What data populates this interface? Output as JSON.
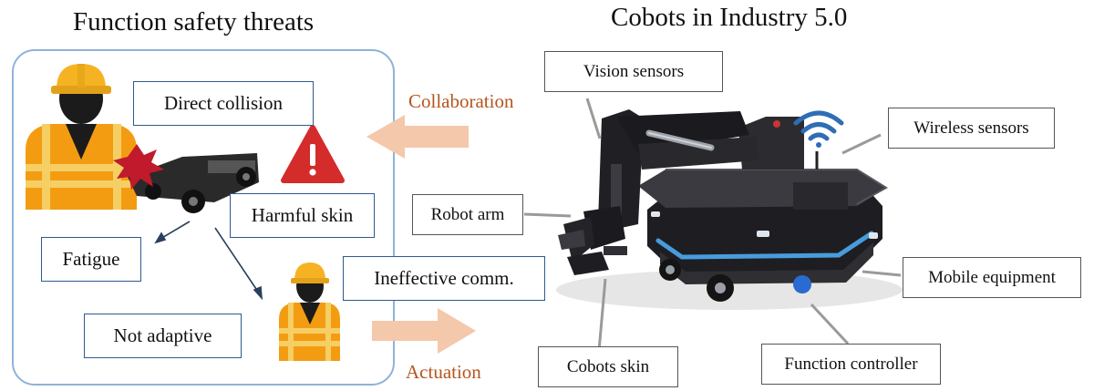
{
  "left_panel": {
    "title": "Function safety threats",
    "threats": {
      "direct_collision": "Direct collision",
      "harmful_skin": "Harmful skin",
      "fatigue": "Fatigue",
      "ineffective_comm": "Ineffective comm.",
      "not_adaptive": "Not adaptive"
    }
  },
  "right_panel": {
    "title": "Cobots in Industry 5.0",
    "components": {
      "vision_sensors": "Vision sensors",
      "wireless_sensors": "Wireless sensors",
      "robot_arm": "Robot arm",
      "mobile_equipment": "Mobile equipment",
      "cobots_skin": "Cobots skin",
      "function_controller": "Function controller"
    }
  },
  "flows": {
    "collaboration": "Collaboration",
    "actuation": "Actuation"
  },
  "colors": {
    "box_border_blue": "#2f5a8e",
    "panel_border": "#8fb2d9",
    "flow_text": "#b4561e",
    "flow_arrow": "#f4c8ab",
    "warning_red": "#d42b2b",
    "vest_orange": "#f39c12",
    "hardhat_yellow": "#f5b324",
    "wifi_blue": "#2f6db5"
  }
}
